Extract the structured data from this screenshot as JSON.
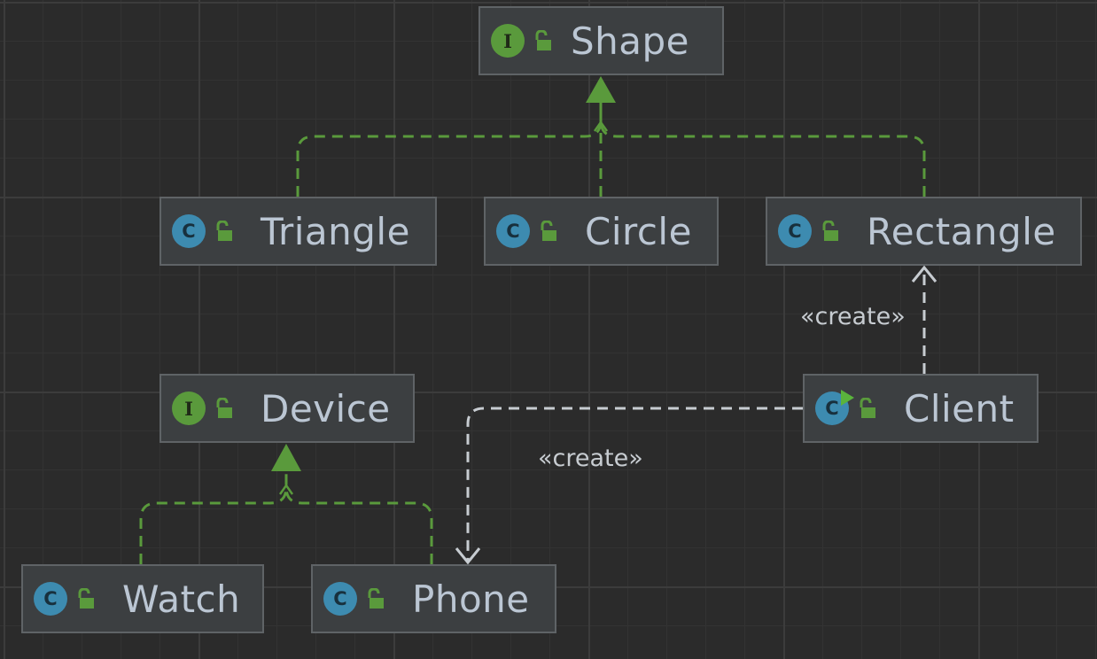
{
  "diagram": {
    "nodes": [
      {
        "id": "shape",
        "label": "Shape",
        "kind": "interface",
        "kind_letter": "I"
      },
      {
        "id": "triangle",
        "label": "Triangle",
        "kind": "class",
        "kind_letter": "C"
      },
      {
        "id": "circle",
        "label": "Circle",
        "kind": "class",
        "kind_letter": "C"
      },
      {
        "id": "rectangle",
        "label": "Rectangle",
        "kind": "class",
        "kind_letter": "C"
      },
      {
        "id": "device",
        "label": "Device",
        "kind": "interface",
        "kind_letter": "I"
      },
      {
        "id": "client",
        "label": "Client",
        "kind": "runnable-class",
        "kind_letter": "C"
      },
      {
        "id": "watch",
        "label": "Watch",
        "kind": "class",
        "kind_letter": "C"
      },
      {
        "id": "phone",
        "label": "Phone",
        "kind": "class",
        "kind_letter": "C"
      }
    ],
    "edges": [
      {
        "from": "triangle",
        "to": "shape",
        "type": "implements"
      },
      {
        "from": "circle",
        "to": "shape",
        "type": "implements"
      },
      {
        "from": "rectangle",
        "to": "shape",
        "type": "implements"
      },
      {
        "from": "watch",
        "to": "device",
        "type": "implements"
      },
      {
        "from": "phone",
        "to": "device",
        "type": "implements"
      },
      {
        "from": "client",
        "to": "rectangle",
        "type": "dependency",
        "label": "«create»"
      },
      {
        "from": "client",
        "to": "phone",
        "type": "dependency",
        "label": "«create»"
      }
    ],
    "colors": {
      "background": "#2b2b2b",
      "node_fill": "#3c3f41",
      "node_border": "#5f6366",
      "text": "#bbc6d3",
      "implements_edge": "#5a9a3c",
      "dependency_edge": "#c7ccd1",
      "interface_icon": "#5a9a3c",
      "class_icon": "#3d8bb0",
      "access_icon": "#5a9a3c"
    },
    "icons": {
      "interface": "interface-icon",
      "class": "class-icon",
      "runnable": "run-arrow-icon",
      "access": "public-lock-icon"
    }
  }
}
